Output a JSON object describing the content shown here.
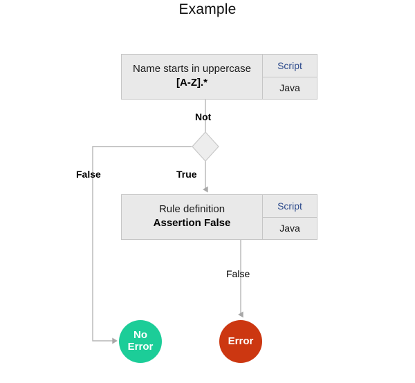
{
  "title": "Example",
  "colors": {
    "box_fill": "#e9e9e9",
    "box_border": "#c6c6c6",
    "script_text": "#2c4a8c",
    "edge": "#a8a8a8",
    "no_error_circle": "#1ccd98",
    "error_circle": "#cc3711",
    "diamond_fill": "#ededed",
    "diamond_border": "#c8c8c8"
  },
  "nodes": {
    "rule_box": {
      "line1": "Name starts in uppercase",
      "line2": "[A-Z].*",
      "script_label": "Script",
      "language_label": "Java"
    },
    "decision": {
      "label": "Not"
    },
    "assertion_box": {
      "line1": "Rule definition",
      "line2": "Assertion False",
      "script_label": "Script",
      "language_label": "Java"
    },
    "no_error": {
      "line1": "No",
      "line2": "Error"
    },
    "error": {
      "line1": "Error"
    }
  },
  "edges": {
    "false_branch_label": "False",
    "true_branch_label": "True",
    "assertion_false_label": "False"
  }
}
